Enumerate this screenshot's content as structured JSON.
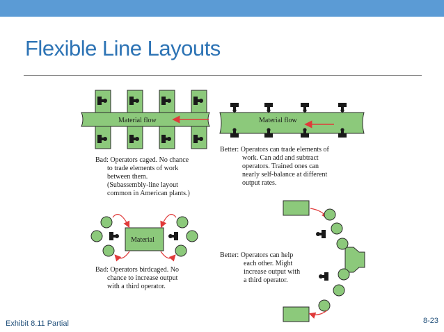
{
  "slide": {
    "title": "Flexible Line Layouts",
    "exhibit": "Exhibit 8.11 Partial",
    "page_number": "8-23"
  },
  "colors": {
    "topbar": "#5b9bd5",
    "title": "#2e74b5",
    "station_fill": "#8cc97b",
    "arrow": "#e03a3a",
    "operator": "#1a1a1a"
  },
  "panels": {
    "top_left": {
      "label": "Material flow",
      "caption": [
        "Bad: Operators caged. No chance",
        "to trade elements of work",
        "between them.",
        "(Subassembly-line layout",
        "common in American plants.)"
      ]
    },
    "top_right": {
      "label": "Material flow",
      "caption": [
        "Better: Operators can trade elements of",
        "work. Can add and subtract",
        "operators. Trained ones can",
        "nearly self-balance at different",
        "output rates."
      ]
    },
    "bottom_left": {
      "label": "Material",
      "caption": [
        "Bad: Operators birdcaged. No",
        "chance to increase output",
        "with a third operator."
      ]
    },
    "bottom_right": {
      "caption": [
        "Better: Operators can help",
        "each other. Might",
        "increase output with",
        "a third operator."
      ]
    }
  }
}
